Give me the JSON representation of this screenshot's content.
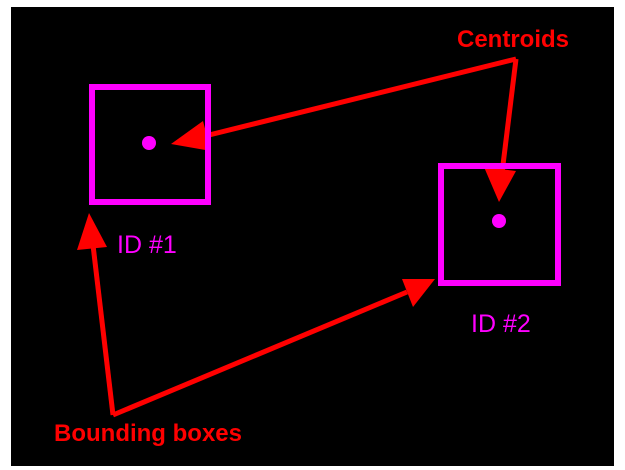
{
  "colors": {
    "background": "#000000",
    "box": "#ff00ff",
    "annotation": "#ff0000"
  },
  "objects": [
    {
      "id_label": "ID #1"
    },
    {
      "id_label": "ID #2"
    }
  ],
  "annotations": {
    "centroids_label": "Centroids",
    "bounding_boxes_label": "Bounding boxes"
  }
}
